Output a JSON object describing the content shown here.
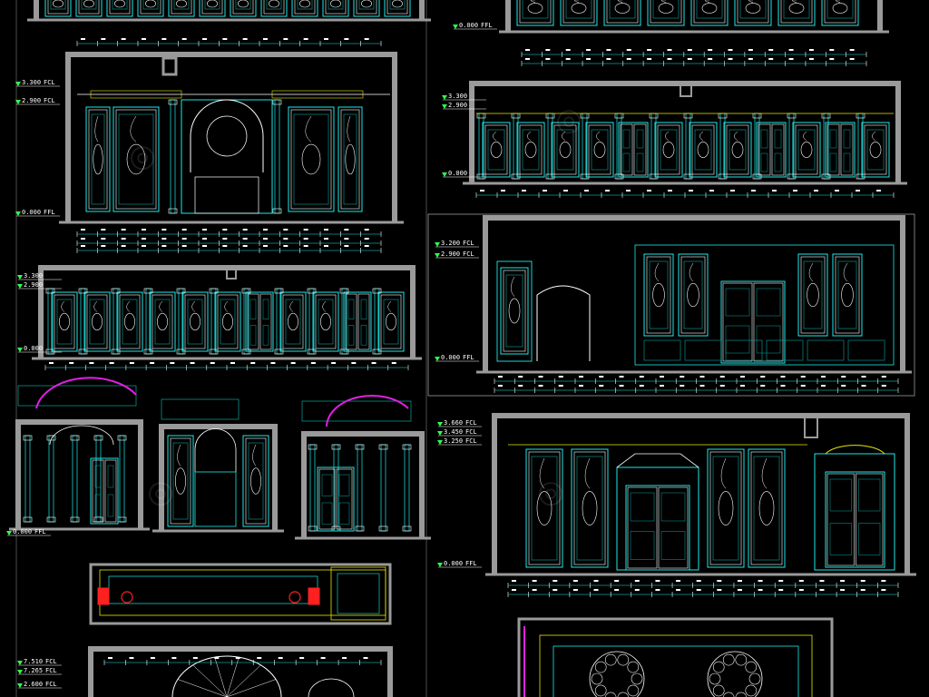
{
  "colors": {
    "background": "#000000",
    "wall": "#9a9a9a",
    "cyan": "#1de9e9",
    "teal": "#0aa5a0",
    "white": "#ffffff",
    "green": "#2fff50",
    "yellow": "#e8e800",
    "red": "#ff2020",
    "magenta": "#e020e0"
  },
  "elevations": {
    "a": {
      "levels": [
        {
          "value": "3.300",
          "tag": "FCL"
        },
        {
          "value": "2.900",
          "tag": "FCL"
        },
        {
          "value": "0.000",
          "tag": "FFL"
        }
      ]
    },
    "b": {
      "levels": [
        {
          "value": "3.300",
          "tag": ""
        },
        {
          "value": "2.900",
          "tag": ""
        },
        {
          "value": "0.000",
          "tag": ""
        }
      ]
    },
    "c": {
      "levels": [
        {
          "value": "0.000",
          "tag": "FFL"
        }
      ]
    },
    "d": {
      "levels": [
        {
          "value": "3.300",
          "tag": ""
        },
        {
          "value": "2.900",
          "tag": ""
        },
        {
          "value": "0.000",
          "tag": ""
        }
      ]
    },
    "e": {
      "levels": [
        {
          "value": "3.200",
          "tag": "FCL"
        },
        {
          "value": "2.900",
          "tag": "FCL"
        },
        {
          "value": "0.000",
          "tag": "FFL"
        }
      ]
    },
    "f": {
      "levels": [
        {
          "value": "3.660",
          "tag": "FCL"
        },
        {
          "value": "3.450",
          "tag": "FCL"
        },
        {
          "value": "3.250",
          "tag": "FCL"
        },
        {
          "value": "0.000",
          "tag": "FFL"
        }
      ]
    },
    "g": {
      "levels": [
        {
          "value": "7.510",
          "tag": "FCL"
        },
        {
          "value": "7.265",
          "tag": "FCL"
        },
        {
          "value": "2.600",
          "tag": "FCL"
        }
      ]
    }
  },
  "icons": [
    "elevation-marker-icon",
    "watermark-logo"
  ]
}
